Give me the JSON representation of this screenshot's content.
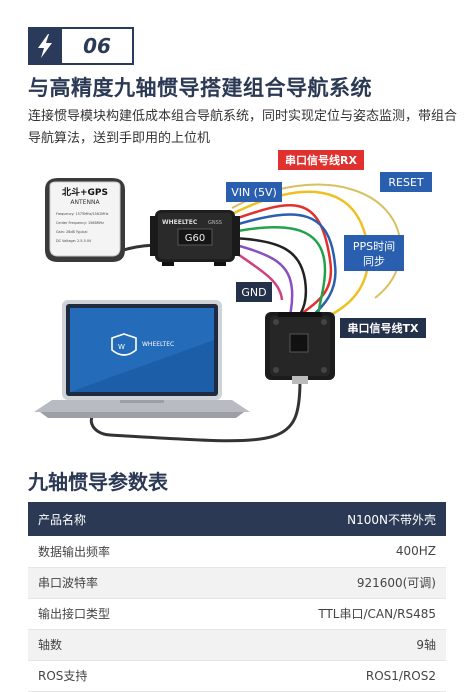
{
  "badge": {
    "number": "06"
  },
  "header": {
    "title": "与高精度九轴惯导搭建组合导航系统",
    "subtitle": "连接惯导模块构建低成本组合导航系统，同时实现定位与姿态监测，带组合导航算法，送到手即用的上位机"
  },
  "illustration": {
    "antenna": {
      "brand": "北斗+GPS",
      "label": "ANTENNA",
      "spec1": "Frequency: 1575MHz/1561MHz",
      "spec2": "Center Frequency: 1568MHz",
      "spec3": "Gain: 28dB Typical",
      "spec4": "DC Voltage: 2.5-5.0V"
    },
    "module": {
      "brand": "WHEELTEC",
      "gnss": "GNSS",
      "model": "G60"
    },
    "laptop": {
      "brand": "WHEELTEC"
    },
    "labels": {
      "uart_rx": "串口信号线RX",
      "vin": "VIN (5V)",
      "reset": "RESET",
      "pps_line1": "PPS时间",
      "pps_line2": "同步",
      "gnd": "GND",
      "uart_tx": "串口信号线TX"
    },
    "colors": {
      "red": "#e0312f",
      "blue": "#2a5fb0",
      "dark": "#23314a",
      "navy": "#1f2c47"
    }
  },
  "params": {
    "title": "九轴惯导参数表",
    "header": {
      "name": "产品名称",
      "value": "N100N不带外壳"
    },
    "rows": [
      {
        "name": "数据输出频率",
        "value": "400HZ"
      },
      {
        "name": "串口波特率",
        "value": "921600(可调)"
      },
      {
        "name": "输出接口类型",
        "value": "TTL串口/CAN/RS485"
      },
      {
        "name": "轴数",
        "value": "9轴"
      },
      {
        "name": "ROS支持",
        "value": "ROS1/ROS2"
      }
    ]
  }
}
